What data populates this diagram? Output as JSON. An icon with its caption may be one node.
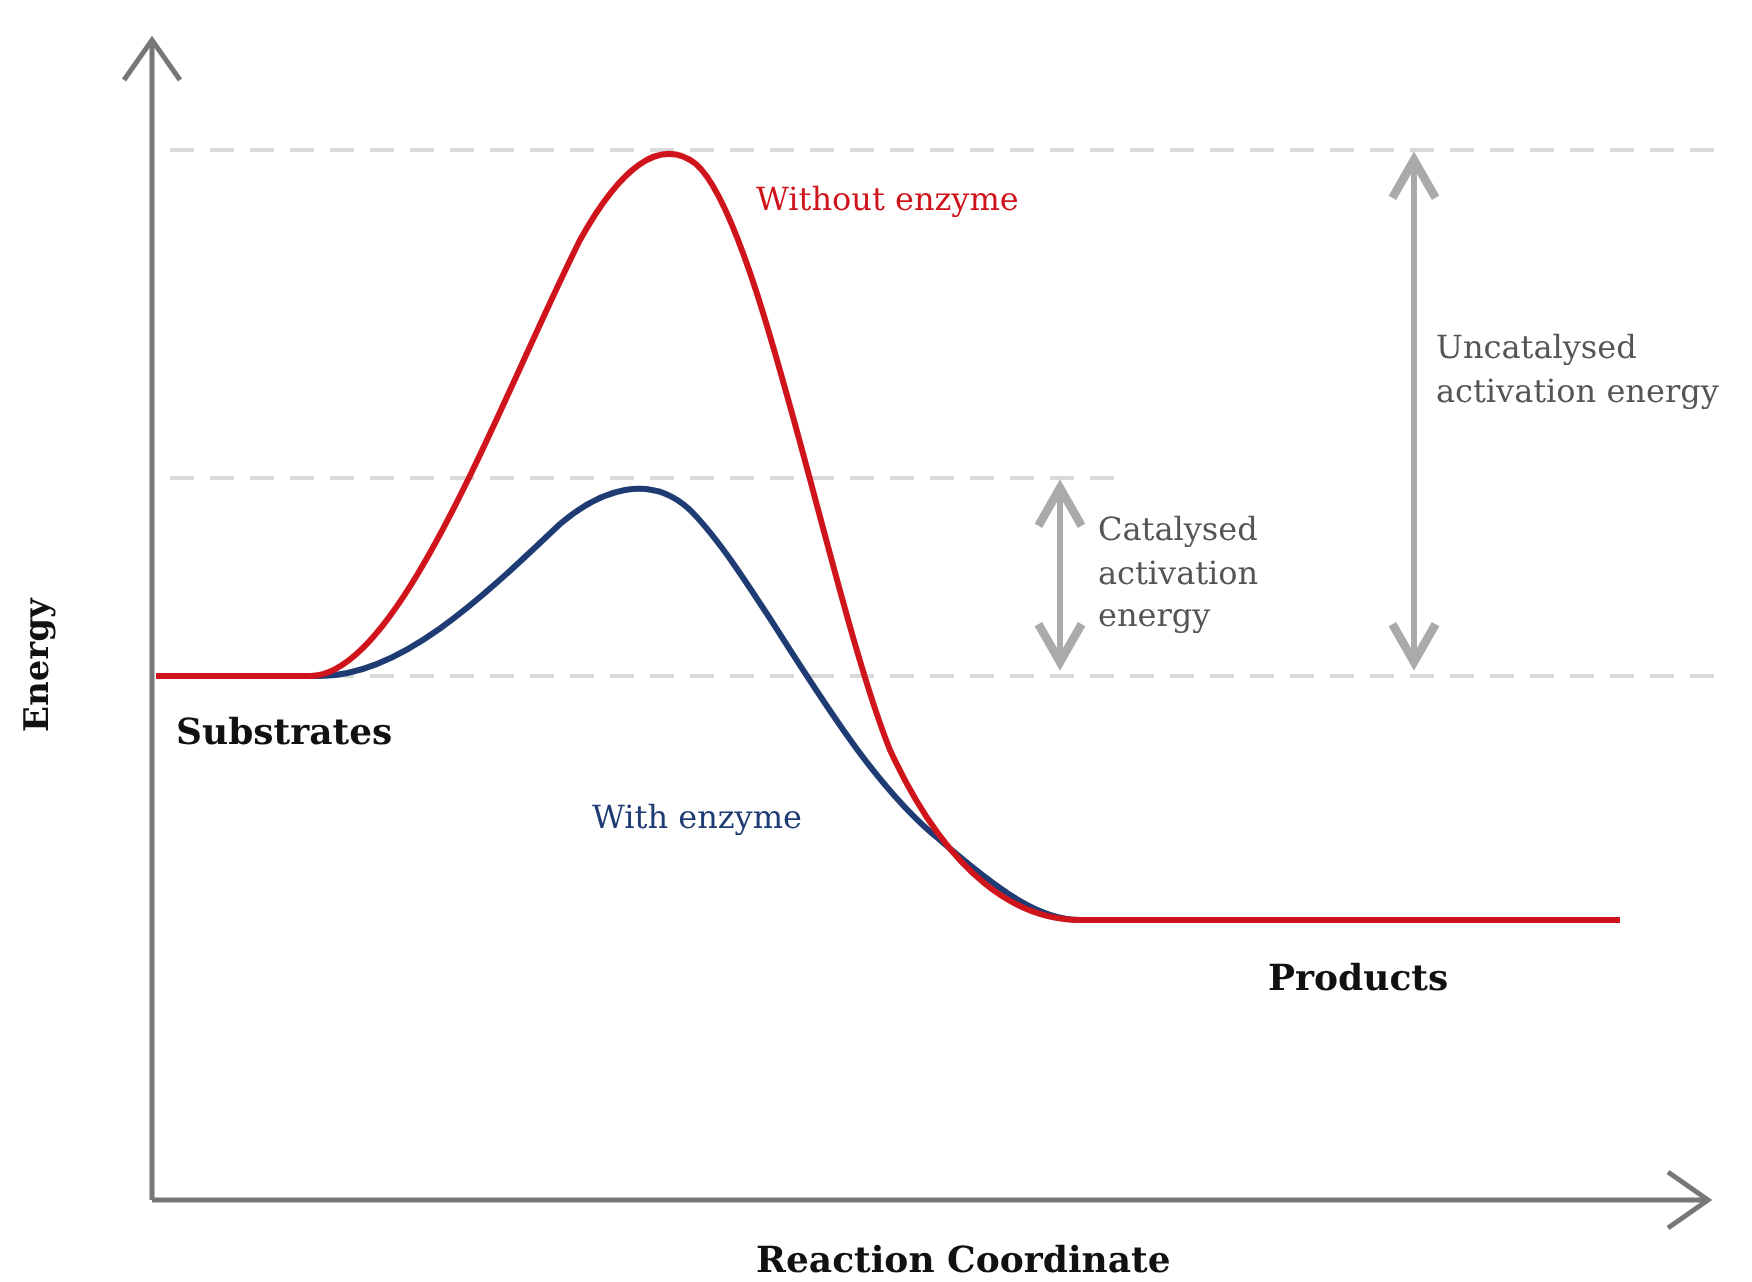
{
  "diagram": {
    "labels": [
      "Without enzyme",
      "Uncatalysed activation energy",
      "Catalysed activation energy",
      "Energy",
      "Substrates",
      "With enzyme",
      "Products",
      "Reaction Coordinate"
    ]
  }
}
